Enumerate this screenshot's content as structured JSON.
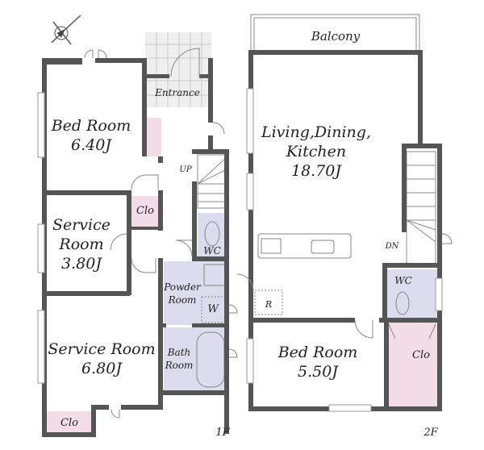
{
  "floor1": {
    "label": "1F",
    "rooms": {
      "bed_room": {
        "name": "Bed Room",
        "size": "6.40J"
      },
      "entrance": {
        "name": "Entrance"
      },
      "clo_bed": {
        "name": "Clo"
      },
      "service_room_small": {
        "name1": "Service",
        "name2": "Room",
        "size": "3.80J"
      },
      "service_room_large": {
        "name": "Service Room",
        "size": "6.80J"
      },
      "clo_bottom": {
        "name": "Clo"
      },
      "wc": {
        "name": "WC"
      },
      "powder_room": {
        "name1": "Powder",
        "name2": "Room",
        "w": "W"
      },
      "bath_room": {
        "name1": "Bath",
        "name2": "Room"
      },
      "stairs": {
        "label": "UP"
      }
    }
  },
  "floor2": {
    "label": "2F",
    "rooms": {
      "balcony": {
        "name": "Balcony"
      },
      "ldk": {
        "name1": "Living,Dining,",
        "name2": "Kitchen",
        "size": "18.70J"
      },
      "stairs": {
        "label": "DN"
      },
      "wc": {
        "name": "WC"
      },
      "r": {
        "label": "R"
      },
      "bed_room": {
        "name": "Bed Room",
        "size": "5.50J"
      },
      "clo": {
        "name": "Clo"
      }
    }
  },
  "colors": {
    "wall": "#555555",
    "wet_area": "#dcdcee",
    "closet": "#f3dde8",
    "tile": "#eeeeee"
  }
}
